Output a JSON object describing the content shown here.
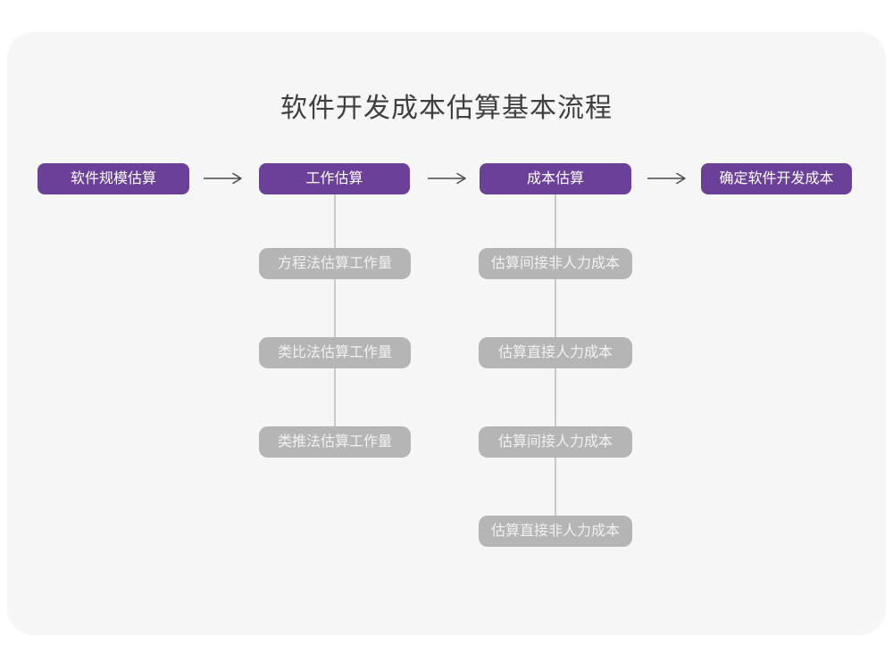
{
  "title": "软件开发成本估算基本流程",
  "colors": {
    "accent": "#6A4099",
    "gray_box": "#B5B5B5",
    "gray_box_text": "#F1F1F1",
    "connector": "#C9C9C9",
    "arrow": "#4A4A4A",
    "title_color": "#3F3F3F",
    "card_bg": "#F6F6F7",
    "page_bg": "#FFFFFF"
  },
  "flow": {
    "stages": [
      {
        "label": "软件规模估算"
      },
      {
        "label": "工作估算"
      },
      {
        "label": "成本估算"
      },
      {
        "label": "确定软件开发成本"
      }
    ],
    "work_substeps": [
      "方程法估算工作量",
      "类比法估算工作量",
      "类推法估算工作量"
    ],
    "cost_substeps": [
      "估算间接非人力成本",
      "估算直接人力成本",
      "估算间接人力成本",
      "估算直接非人力成本"
    ]
  }
}
